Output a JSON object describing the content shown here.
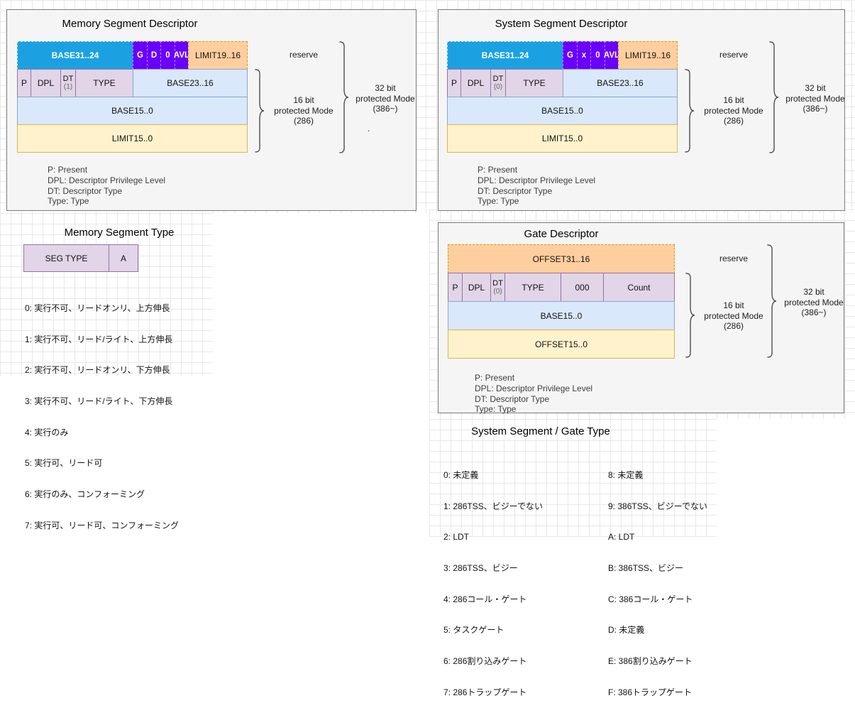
{
  "memory_descriptor": {
    "title": "Memory Segment Descriptor",
    "row1": {
      "base": "BASE31..24",
      "flags": [
        "G",
        "D",
        "0",
        "AVL"
      ],
      "limit": "LIMIT19..16"
    },
    "row2": {
      "p": "P",
      "dpl": "DPL",
      "dt": "DT",
      "dt_sub": "(1)",
      "type": "TYPE",
      "base": "BASE23..16"
    },
    "row3": "BASE15..0",
    "row4": "LIMIT15..0",
    "reserve": "reserve",
    "label_16bit": [
      "16 bit",
      "protected Mode",
      "(286)"
    ],
    "label_32bit": [
      "32 bit",
      "protected Mode",
      "(386~)"
    ],
    "stray_dot": ".",
    "legend": [
      "P: Present",
      "DPL: Descriptor Privilege Level",
      "DT: Descriptor Type",
      "Type: Type"
    ]
  },
  "system_descriptor": {
    "title": "System Segment Descriptor",
    "row1": {
      "base": "BASE31..24",
      "flags": [
        "G",
        "x",
        "0",
        "AVL"
      ],
      "limit": "LIMIT19..16"
    },
    "row2": {
      "p": "P",
      "dpl": "DPL",
      "dt": "DT",
      "dt_sub": "(0)",
      "type": "TYPE",
      "base": "BASE23..16"
    },
    "row3": "BASE15..0",
    "row4": "LIMIT15..0",
    "reserve": "reserve",
    "label_16bit": [
      "16 bit",
      "protected Mode",
      "(286)"
    ],
    "label_32bit": [
      "32 bit",
      "protected Mode",
      "(386~)"
    ],
    "legend": [
      "P: Present",
      "DPL: Descriptor Privilege Level",
      "DT: Descriptor Type",
      "Type: Type"
    ]
  },
  "gate_descriptor": {
    "title": "Gate Descriptor",
    "row1": "OFFSET31..16",
    "row2": {
      "p": "P",
      "dpl": "DPL",
      "dt": "DT",
      "dt_sub": "(0)",
      "type": "TYPE",
      "zeros": "000",
      "count": "Count"
    },
    "row3": "BASE15..0",
    "row4": "OFFSET15..0",
    "reserve": "reserve",
    "label_16bit": [
      "16 bit",
      "protected Mode",
      "(286)"
    ],
    "label_32bit": [
      "32 bit",
      "protected Mode",
      "(386~)"
    ],
    "legend": [
      "P: Present",
      "DPL: Descriptor Privilege Level",
      "DT: Descriptor Type",
      "Type: Type"
    ]
  },
  "memory_type": {
    "title": "Memory Segment Type",
    "seg_type": "SEG TYPE",
    "a": "A",
    "items": [
      "0: 実行不可、リードオンリ、上方伸長",
      "1: 実行不可、リード/ライト、上方伸長",
      "2: 実行不可、リードオンリ、下方伸長",
      "3: 実行不可、リード/ライト、下方伸長",
      "4: 実行のみ",
      "5: 実行可、リード可",
      "6: 実行のみ、コンフォーミング",
      "7: 実行可、リード可、コンフォーミング"
    ]
  },
  "gate_type": {
    "title": "System Segment / Gate Type",
    "left": [
      "0: 未定義",
      "1: 286TSS、ビジーでない",
      "2: LDT",
      "3: 286TSS、ビジー",
      "4: 286コール・ゲート",
      "5: タスクゲート",
      "6: 286割り込みゲート",
      "7: 286トラップゲート"
    ],
    "right": [
      "8: 未定義",
      "9: 386TSS、ビジーでない",
      "A: LDT",
      "B: 386TSS、ビジー",
      "C: 386コール・ゲート",
      "D: 未定義",
      "E: 386割り込みゲート",
      "F: 386トラップゲート"
    ]
  },
  "colors": {
    "cyan": "#1ba1e2",
    "violet": "#6a00fa",
    "orange_fill": "#ffce9f",
    "orange_border": "#d79b00",
    "purple_fill": "#e1d5e7",
    "purple_border": "#9673a6",
    "blue_fill": "#dae8fc",
    "yellow_fill": "#fff2cc",
    "panel_fill": "#f5f5f5"
  }
}
